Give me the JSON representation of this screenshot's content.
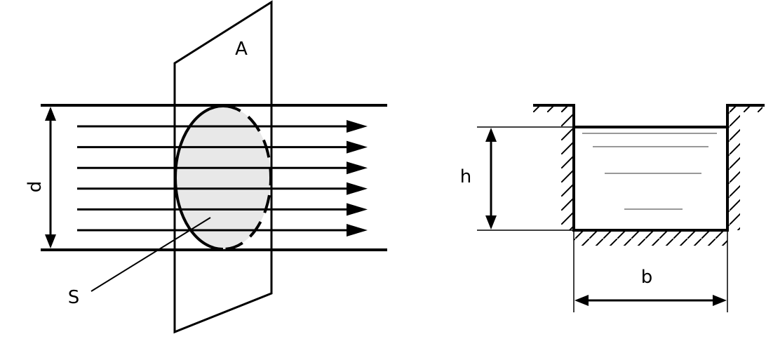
{
  "left_figure": {
    "plane_label": "A",
    "section_label": "S",
    "diameter_label": "d",
    "flow_line_count": 6
  },
  "right_figure": {
    "depth_label": "h",
    "width_label": "b",
    "surface_line_count": 4
  },
  "colors": {
    "stroke": "#000000",
    "section_fill": "#e8e8e8",
    "water_lines": "#999999"
  }
}
